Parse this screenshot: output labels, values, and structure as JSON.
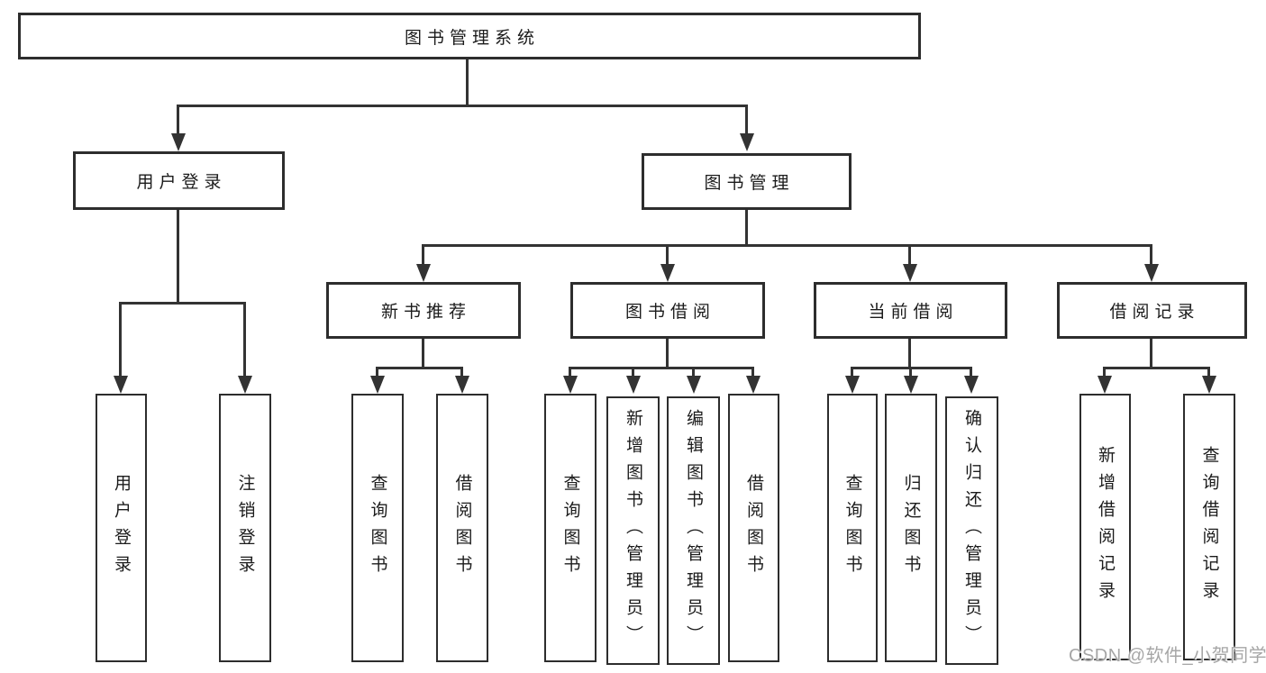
{
  "diagram": {
    "type": "hierarchy-tree",
    "colors": {
      "line": "#333333",
      "box_border": "#2d2d2d",
      "text": "#1b1b1b",
      "watermark": "#a6a6a6",
      "background": "#ffffff"
    }
  },
  "tree": {
    "label": "图书管理系统",
    "children": [
      {
        "label": "用户登录",
        "children": [
          {
            "label": "用户登录"
          },
          {
            "label": "注销登录"
          }
        ]
      },
      {
        "label": "图书管理",
        "children": [
          {
            "label": "新书推荐",
            "children": [
              {
                "label": "查询图书"
              },
              {
                "label": "借阅图书"
              }
            ]
          },
          {
            "label": "图书借阅",
            "children": [
              {
                "label": "查询图书"
              },
              {
                "label": "新增图书（管理员）"
              },
              {
                "label": "编辑图书（管理员）"
              },
              {
                "label": "借阅图书"
              }
            ]
          },
          {
            "label": "当前借阅",
            "children": [
              {
                "label": "查询图书"
              },
              {
                "label": "归还图书"
              },
              {
                "label": "确认归还（管理员）"
              }
            ]
          },
          {
            "label": "借阅记录",
            "children": [
              {
                "label": "新增借阅记录"
              },
              {
                "label": "查询借阅记录"
              }
            ]
          }
        ]
      }
    ]
  },
  "watermark": {
    "text": "CSDN @软件_小贺同学"
  }
}
